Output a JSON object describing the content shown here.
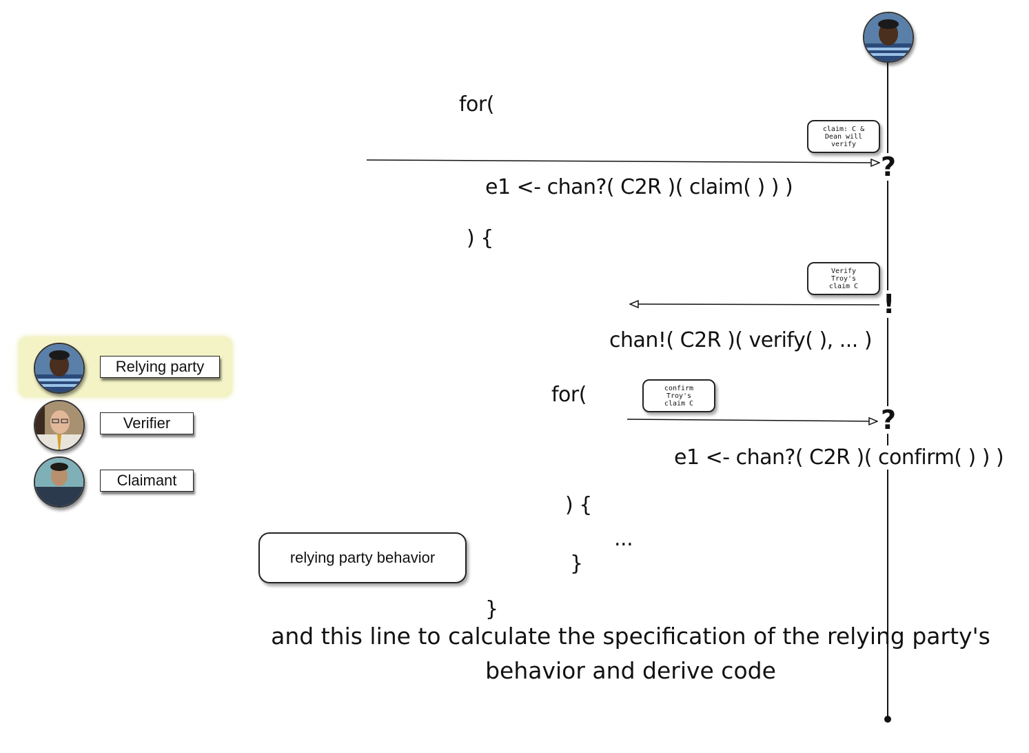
{
  "lifeline": {
    "avatar": "relying-party-avatar"
  },
  "notes": {
    "claim": "claim: C &\nDean will\nverify",
    "verify": "Verify\nTroy's\nclaim C",
    "confirm": "confirm\nTroy's\nclaim C"
  },
  "markers": {
    "receive1": "?",
    "send": "!",
    "receive2": "?"
  },
  "code": {
    "for1": "for(",
    "recv1": "e1 <- chan?( C2R )( claim( ) ) )",
    "open1": ") {",
    "send1": "chan!( C2R )( verify( ), ... )",
    "for2": "for(",
    "recv2": "e1 <- chan?( C2R )( confirm( ) ) )",
    "open2": ") {",
    "ellipsis": "...",
    "close2": "}",
    "close1": "}"
  },
  "legend": {
    "items": [
      {
        "label": "Relying party",
        "highlighted": true
      },
      {
        "label": "Verifier",
        "highlighted": false
      },
      {
        "label": "Claimant",
        "highlighted": false
      }
    ]
  },
  "behavior_box": "relying party behavior",
  "caption": "and this line to calculate the specification of the relying party's behavior and derive code"
}
